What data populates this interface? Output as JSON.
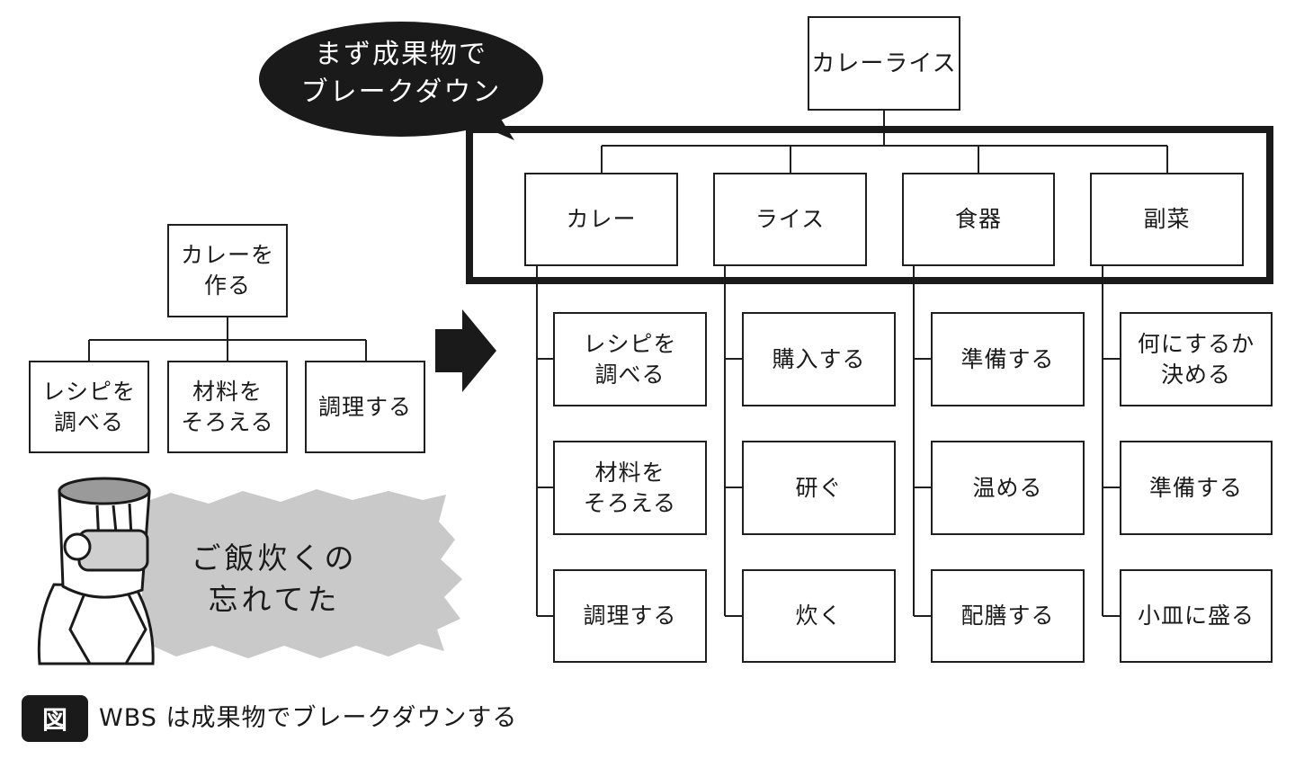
{
  "callout": {
    "text": "まず成果物で\nブレークダウン"
  },
  "exclamation": {
    "text": "ご飯炊くの\n忘れてた"
  },
  "left_tree": {
    "root": "カレーを\n作る",
    "children": [
      "レシピを\n調べる",
      "材料を\nそろえる",
      "調理する"
    ]
  },
  "right_tree": {
    "root": "カレーライス",
    "branches": [
      {
        "label": "カレー",
        "tasks": [
          "レシピを\n調べる",
          "材料を\nそろえる",
          "調理する"
        ]
      },
      {
        "label": "ライス",
        "tasks": [
          "購入する",
          "研ぐ",
          "炊く"
        ]
      },
      {
        "label": "食器",
        "tasks": [
          "準備する",
          "温める",
          "配膳する"
        ]
      },
      {
        "label": "副菜",
        "tasks": [
          "何にするか\n決める",
          "準備する",
          "小皿に盛る"
        ]
      }
    ]
  },
  "caption": {
    "badge": "図",
    "text": "WBS は成果物でブレークダウンする"
  },
  "colors": {
    "ink": "#1a1a1a",
    "burst_gray": "#c9c9c9",
    "line": "#1f1f1f"
  },
  "icons": {
    "arrow": "right-arrow-icon",
    "person": "person-bucket-icon"
  }
}
